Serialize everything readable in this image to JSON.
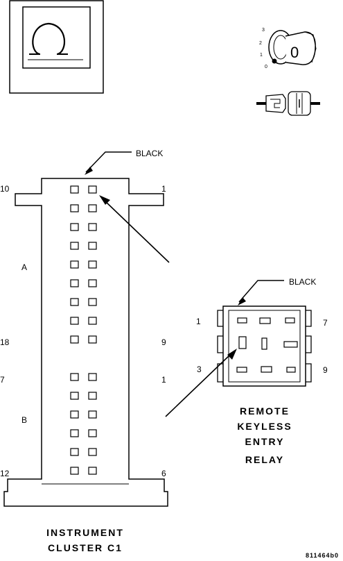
{
  "ohmmeter_icon": "omega-icon",
  "omega_symbol": "Ω",
  "ignition": {
    "icon": "ignition-key-icon",
    "positions": [
      "3",
      "2",
      "1",
      "0"
    ],
    "key_label": "0"
  },
  "connector_icon": "connector-icon",
  "cluster": {
    "color_label": "BLACK",
    "section_a": {
      "label": "A",
      "pin_top_left": "10",
      "pin_top_right": "1",
      "pin_bottom_left": "18",
      "pin_bottom_right": "9"
    },
    "section_b": {
      "label": "B",
      "pin_top_left": "7",
      "pin_top_right": "1",
      "pin_bottom_left": "12",
      "pin_bottom_right": "6"
    },
    "title_line1": "INSTRUMENT",
    "title_line2": "CLUSTER C1"
  },
  "relay": {
    "color_label": "BLACK",
    "pin_labels": {
      "p1": "1",
      "p7": "7",
      "p3": "3",
      "p9": "9"
    },
    "title_line1": "REMOTE",
    "title_line2": "KEYLESS",
    "title_line3": "ENTRY",
    "title_line4": "RELAY"
  },
  "figure_code": "811464b0"
}
